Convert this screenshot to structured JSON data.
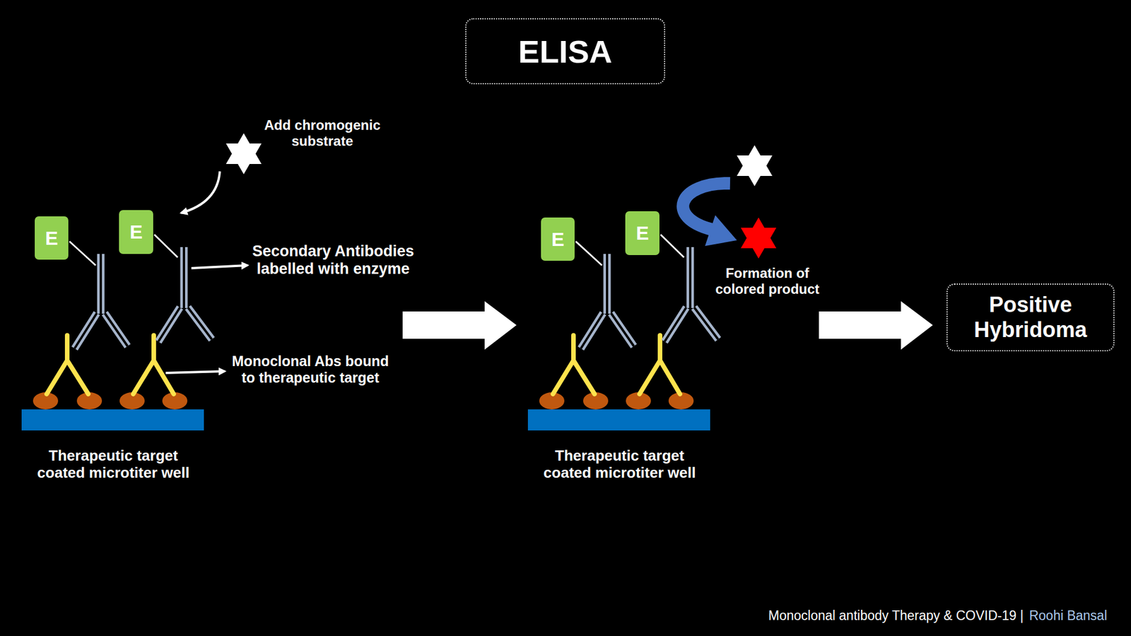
{
  "diagram": {
    "title": "ELISA",
    "caption": "Monoclonal antibody Therapy & COVID-19 |",
    "nodes": [
      {
        "text": [
          "E"
        ]
      },
      {
        "text": [
          "E"
        ]
      },
      {
        "text": [
          "E"
        ]
      },
      {
        "text": [
          "E"
        ]
      },
      {
        "text": [
          "Positive Hybridoma"
        ]
      }
    ],
    "labels": [
      "Add chromogenic substrate",
      "Secondary Antibodies labelled with enzyme",
      "Monoclonal Abs bound to therapeutic target",
      "Therapeutic target coated microtiter well",
      "Formation of colored product",
      "Therapeutic target coated microtiter well",
      "Roohi Bansal"
    ]
  }
}
